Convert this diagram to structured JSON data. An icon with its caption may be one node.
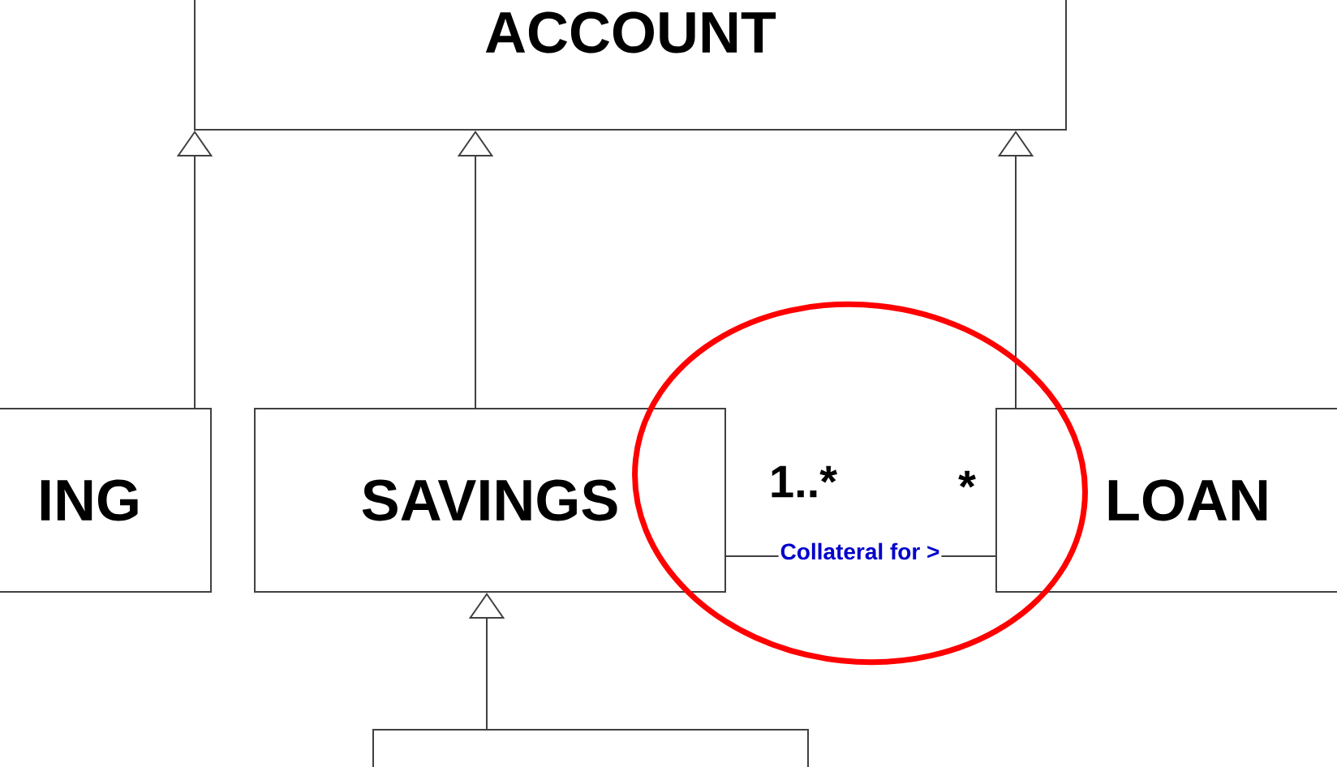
{
  "diagram": {
    "nodes": [
      {
        "text": [
          "ACCOUNT"
        ]
      },
      {
        "text": [
          "ING"
        ]
      },
      {
        "text": [
          "SAVINGS"
        ]
      },
      {
        "text": [
          "LOAN"
        ]
      },
      {
        "text": [],
        "shape": "box"
      }
    ],
    "edges": [
      {
        "from": 1,
        "to": 0,
        "arrow": "to"
      },
      {
        "from": 2,
        "to": 0,
        "arrow": "to"
      },
      {
        "from": 3,
        "to": 0,
        "arrow": "to"
      },
      {
        "from": 4,
        "to": 2,
        "arrow": "to"
      },
      {
        "from": 2,
        "to": 3,
        "arrow": "none",
        "label": "Collateral for >"
      }
    ],
    "labels": [
      "1..*",
      "*"
    ]
  }
}
